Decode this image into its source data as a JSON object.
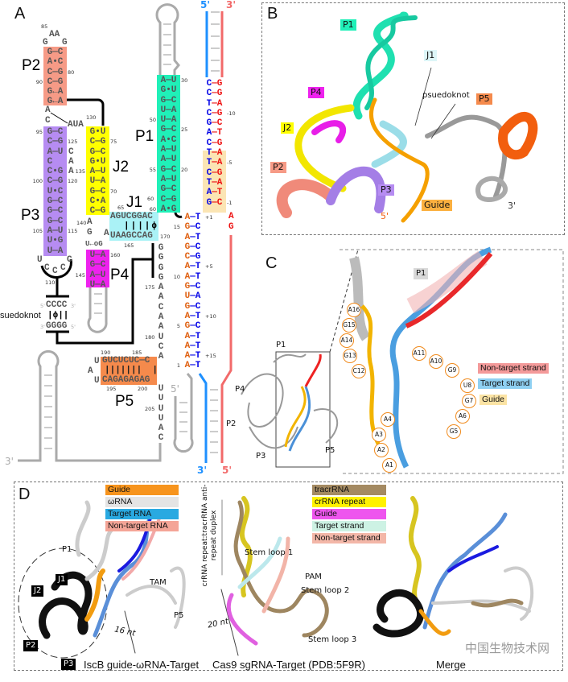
{
  "panels": {
    "a": "A",
    "b": "B",
    "c": "C",
    "d": "D"
  },
  "colors": {
    "p1": "#20f0b8",
    "p2": "#f69a86",
    "p3": "#b68cf2",
    "p4": "#ee22ee",
    "p5": "#f58a4c",
    "j1": "#aaf2f6",
    "j2": "#ffff00",
    "seed": "#fbe5b4",
    "guide": "#e06010",
    "target": "#0000e6",
    "nontarget": "#ee1111",
    "strand_blue": "#1e90ff",
    "strand_red": "#f26a6a"
  },
  "panel_a": {
    "labels": {
      "p1": "P1",
      "p2": "P2",
      "p3": "P3",
      "p4": "P4",
      "p5": "P5",
      "j1": "J1",
      "j2": "J2",
      "pseudoknot": "suedoknot",
      "five_prime": "5'",
      "three_prime": "3'"
    },
    "p2_loop": {
      "num": "85",
      "top": "AA",
      "left": "G",
      "right": "G"
    },
    "p2": [
      {
        "p": "G—C"
      },
      {
        "p": "A•C"
      },
      {
        "p": "C—G",
        "r": "80"
      },
      {
        "p": "C—G",
        "l": "90"
      },
      {
        "p": "G←A"
      },
      {
        "p": "G←A"
      }
    ],
    "p2_link": {
      "a": "A",
      "c": "C",
      "aua": "AUA",
      "num": "130"
    },
    "p3": [
      {
        "p": "G—C",
        "l": "95"
      },
      {
        "p": "C—G",
        "r": "125"
      },
      {
        "p": "A—U"
      },
      {
        "p": "C  "
      },
      {
        "p": "C•G"
      },
      {
        "p": "C—G",
        "l": "100",
        "r": "120"
      },
      {
        "p": "U•C"
      },
      {
        "p": "G—C"
      },
      {
        "p": "G—C"
      },
      {
        "p": "G—C"
      },
      {
        "p": "A—U",
        "l": "105",
        "r": "115"
      },
      {
        "p": "U•G"
      },
      {
        "p": "U—A"
      }
    ],
    "p3_bulge": [
      "C",
      "A",
      "A"
    ],
    "p3_loop": {
      "bases": [
        "U",
        "C",
        "C",
        "C",
        "C"
      ],
      "num": "110"
    },
    "j2": [
      {
        "p": "G•U"
      },
      {
        "p": "C—G",
        "r": "75"
      },
      {
        "p": "G—C"
      },
      {
        "p": "G•U"
      },
      {
        "p": "A—U",
        "l": "135"
      },
      {
        "p": "U—A"
      },
      {
        "p": "G—C",
        "r": "70"
      },
      {
        "p": "C•A"
      },
      {
        "p": "C—G"
      }
    ],
    "j1": {
      "top": "AGUCGGAC",
      "bonds": "||||ϕ",
      "bottom": "UAAGCCAG",
      "n_top": "65",
      "n_right": "170",
      "n_bottom": "165",
      "n_left": "60"
    },
    "j1_left": {
      "n": "140",
      "a": "A",
      "g": "G",
      "ug": "U←oG",
      "a2": "A"
    },
    "p4": [
      {
        "p": "U—A",
        "r": "160"
      },
      {
        "p": "G—C"
      },
      {
        "p": "A—U",
        "l": "145"
      },
      {
        "p": "U—A"
      }
    ],
    "pseudoknot": {
      "top": "CCCC",
      "bonds": "|ϕ||",
      "bottom": "GGGG",
      "p5": "5'",
      "p3": "3'"
    },
    "p1": [
      {
        "p": "A—U",
        "r": "30"
      },
      {
        "p": "G•U"
      },
      {
        "p": "G—C"
      },
      {
        "p": "U—A"
      },
      {
        "p": "U—A",
        "l": "50"
      },
      {
        "p": "G—C",
        "r": "25"
      },
      {
        "p": "A•C"
      },
      {
        "p": "A—U"
      },
      {
        "p": "A—U"
      },
      {
        "p": "G—C",
        "l": "55",
        "r": "20"
      },
      {
        "p": "A—U"
      },
      {
        "p": "G—C"
      },
      {
        "p": "C—G"
      },
      {
        "p": "A•G",
        "l": "60"
      }
    ],
    "dna": [
      {
        "p": "C—G"
      },
      {
        "p": "C—G"
      },
      {
        "p": "T—A"
      },
      {
        "p": "C—G",
        "r": "-10"
      },
      {
        "p": "G—C"
      },
      {
        "p": "A—T"
      },
      {
        "p": "C—G"
      },
      {
        "p": "T—A"
      },
      {
        "p": "T—A",
        "r": "-5"
      },
      {
        "p": "C—G"
      },
      {
        "p": "T—A"
      },
      {
        "p": "A—T"
      },
      {
        "p": "G—C",
        "r": "-1"
      }
    ],
    "nontarget_bulge": [
      "A",
      "G"
    ],
    "guide": [
      {
        "p": "A—T",
        "r": "+1"
      },
      {
        "p": "G—C",
        "l": "15"
      },
      {
        "p": "A—T"
      },
      {
        "p": "G—C"
      },
      {
        "p": "C—G"
      },
      {
        "p": "A—T",
        "r": "+5"
      },
      {
        "p": "A—T",
        "l": "10"
      },
      {
        "p": "G—C"
      },
      {
        "p": "U—A"
      },
      {
        "p": "G—C"
      },
      {
        "p": "A—T",
        "r": "+10"
      },
      {
        "p": "G—C",
        "l": "5"
      },
      {
        "p": "A—T"
      },
      {
        "p": "A—T"
      },
      {
        "p": "A—T",
        "r": "+15"
      },
      {
        "p": "A—T",
        "l": "1"
      }
    ],
    "linker": [
      "G",
      "G",
      "G",
      "G",
      "A",
      "A",
      "C",
      "A",
      "A",
      "U",
      "C",
      "A"
    ],
    "linker_nums": {
      "n175": "175",
      "n180": "180"
    },
    "tail": [
      "U",
      "U",
      "U",
      "U",
      "A",
      "C"
    ],
    "tail_num": "205",
    "p5": {
      "top": "GUCUCUC—C",
      "bonds": "|||||||  |",
      "bottom": "CAGAGAGAG",
      "loop": [
        "U",
        "A",
        "U"
      ],
      "n190": "190",
      "n185": "185",
      "n195": "195",
      "n200": "200"
    }
  },
  "panel_b": {
    "labels": {
      "p1": "P1",
      "j1": "J1",
      "p4": "P4",
      "pseudoknot": "psuedoknot",
      "p5": "P5",
      "j2": "J2",
      "p2": "P2",
      "p3": "P3",
      "guide": "Guide",
      "five": "5'",
      "three": "3'"
    }
  },
  "panel_c": {
    "overview": {
      "p1": "P1",
      "p4": "P4",
      "p2": "P2",
      "p3": "P3",
      "p5": "P5"
    },
    "p1": "P1",
    "nucleotides": [
      "A16",
      "G15",
      "A14",
      "G13",
      "C12",
      "A11",
      "A10",
      "G9",
      "U8",
      "G7",
      "A6",
      "G5",
      "A4",
      "A3",
      "A2",
      "A1"
    ],
    "legend": [
      {
        "label": "Non-target strand",
        "color": "#f49a9a"
      },
      {
        "label": "Target strand",
        "color": "#8fd0f2"
      },
      {
        "label": "Guide",
        "color": "#fbe3a4"
      }
    ]
  },
  "panel_d": {
    "legend1": [
      {
        "label": "Guide",
        "color": "#f7941d"
      },
      {
        "label": "ωRNA",
        "color": "#e4e4e4"
      },
      {
        "label": "Target RNA",
        "color": "#29a9e1"
      },
      {
        "label": "Non-target RNA",
        "color": "#f4a597"
      }
    ],
    "iscb": {
      "p1": "P1",
      "j1": "J1",
      "j2": "J2",
      "tam": "TAM",
      "p5": "P5",
      "nt": "16 nt",
      "p2": "P2",
      "p3": "P3",
      "caption": "IscB guide-ωRNA-Target"
    },
    "legend2": [
      {
        "label": "tracrRNA",
        "color": "#a48a62"
      },
      {
        "label": "crRNA repeat",
        "color": "#fff200"
      },
      {
        "label": "Guide",
        "color": "#ee55ee"
      },
      {
        "label": "Target strand",
        "color": "#cdf2e4"
      },
      {
        "label": "Non-target strand",
        "color": "#f3b7a8"
      }
    ],
    "cas9": {
      "duplex": "crRNA repeat:tracrRNA anti-repeat duplex",
      "stem1": "Stem loop 1",
      "pam": "PAM",
      "stem2": "Stem loop 2",
      "stem3": "Stem loop 3",
      "nt": "20 nt",
      "caption": "Cas9 sgRNA-Target (PDB:5F9R)"
    },
    "merge": "Merge",
    "watermark": "中国生物技术网"
  }
}
